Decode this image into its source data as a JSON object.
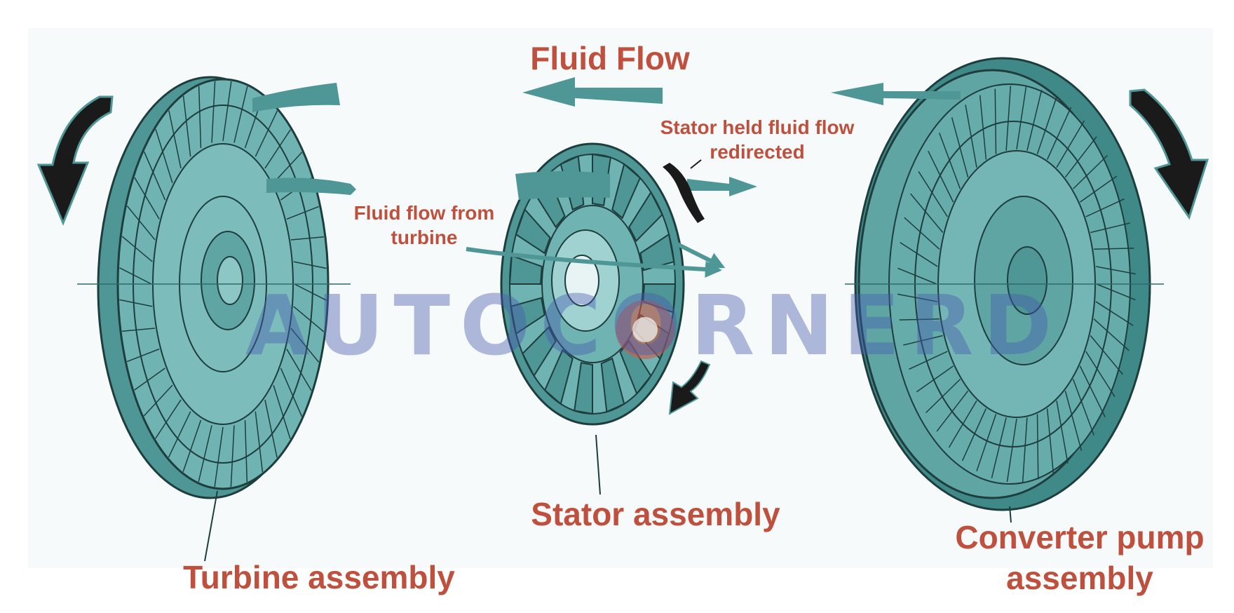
{
  "labels": {
    "fluid_flow": "Fluid Flow",
    "stator_held": "Stator held fluid flow redirected",
    "fluid_from_turbine": "Fluid flow from turbine",
    "turbine": "Turbine assembly",
    "stator": "Stator assembly",
    "pump": "Converter pump assembly"
  },
  "watermark": "AUTOCORNERD",
  "colors": {
    "component_teal": "#6fb3b2",
    "component_dark": "#4e9796",
    "outline": "#1e3d3d",
    "label_red": "#c0503e",
    "rotation_arrow": "#1a1a1a",
    "watermark_blue": "#4b5fb0",
    "watermark_gear": "#d9533f"
  }
}
